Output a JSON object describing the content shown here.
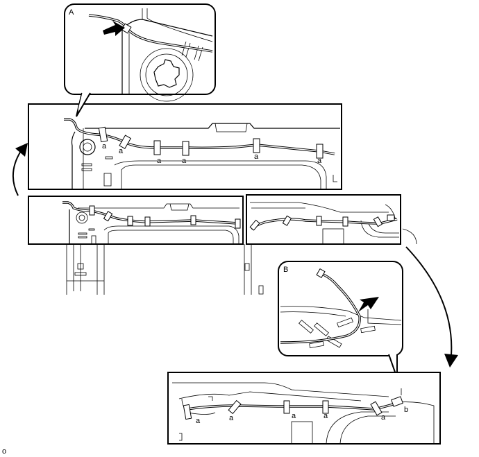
{
  "detail_labels": {
    "a": "A",
    "b": "B"
  },
  "clip_label_a": "a",
  "clip_label_b": "b",
  "corner_mark": "o"
}
